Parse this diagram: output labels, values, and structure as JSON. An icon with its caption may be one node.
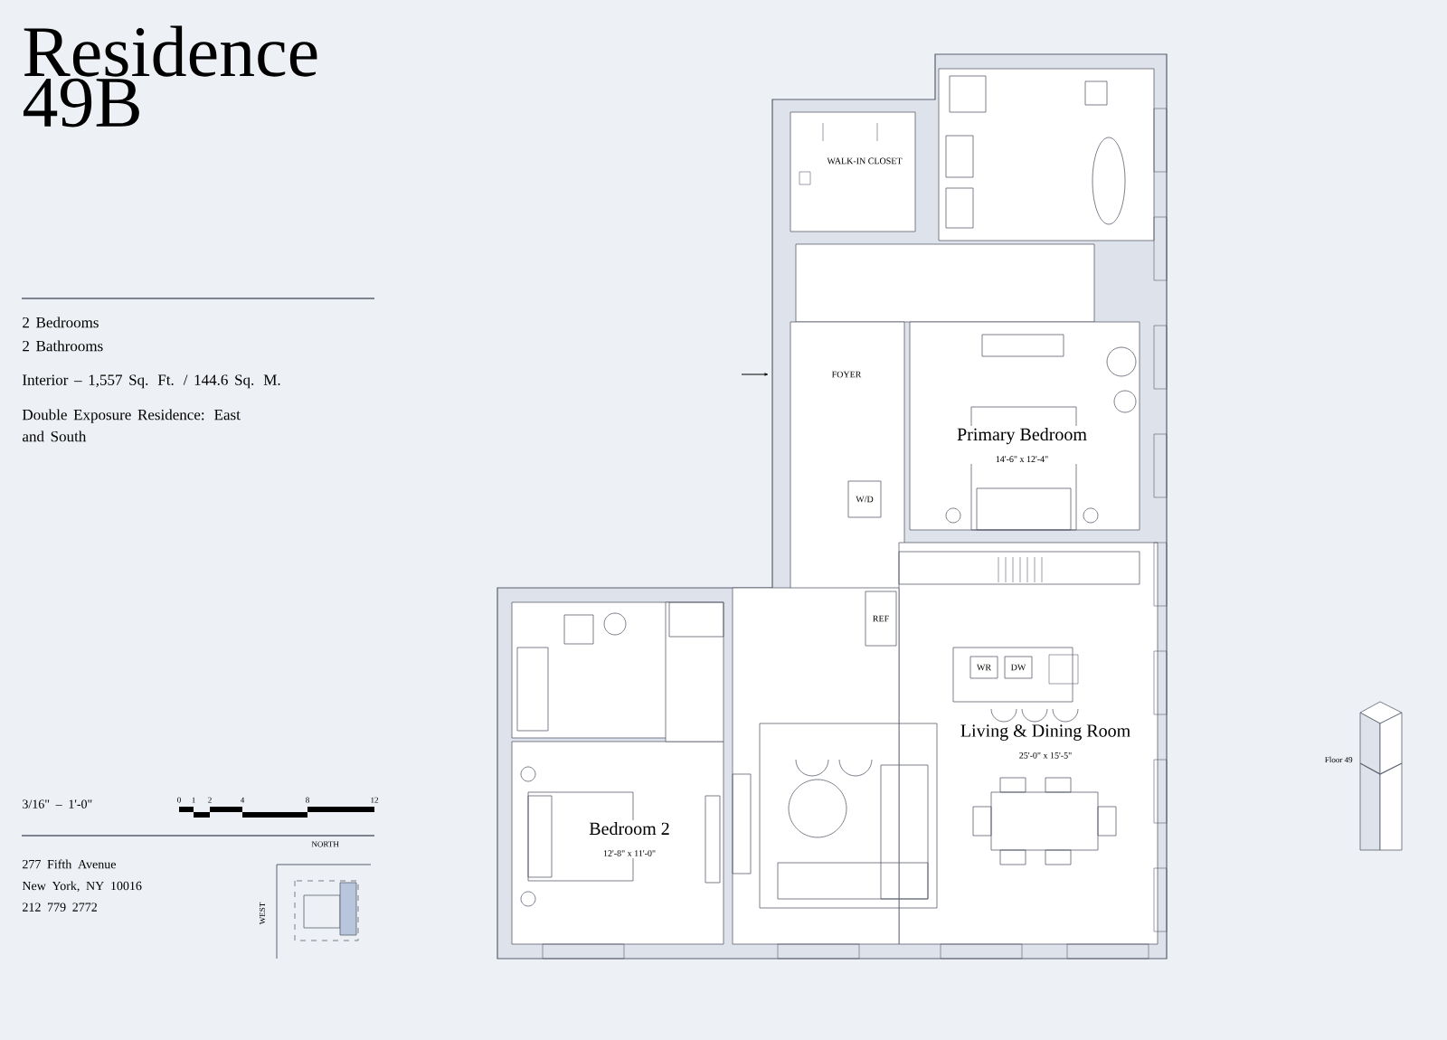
{
  "diagram": {
    "title": "Residence 49B",
    "nodes": [
      {
        "text": [
          "WALK-IN CLOSET"
        ]
      },
      {
        "text": [
          "FOYER"
        ]
      },
      {
        "text": [
          "Primary Bedroom",
          "14'-6\" x 12'-4\""
        ]
      },
      {
        "text": [
          "W/D"
        ]
      },
      {
        "text": [
          "Living & Dining Room",
          "25'-0\" x 15'-5\""
        ]
      },
      {
        "text": [
          "REF"
        ]
      },
      {
        "text": [],
        "shape": "box"
      },
      {
        "text": [
          "WR"
        ],
        "in": 6
      },
      {
        "text": [
          "DW"
        ],
        "in": 6
      },
      {
        "text": [
          "Bedroom 2",
          "12'-8\" x 11'-0\""
        ]
      }
    ],
    "labels": [
      "2 Bedrooms",
      "2 Bathrooms",
      "Interior – 1,557 Sq. Ft. / 144.6 Sq. M.",
      "Double Exposure Residence: East and South",
      "3/16\" – 1'-0\"",
      "0",
      "1",
      "2",
      "4",
      "8",
      "12",
      "277 Fifth Avenue",
      "New York, NY 10016",
      "212 779 2772",
      "NORTH",
      "WEST",
      "Floor 49"
    ]
  }
}
